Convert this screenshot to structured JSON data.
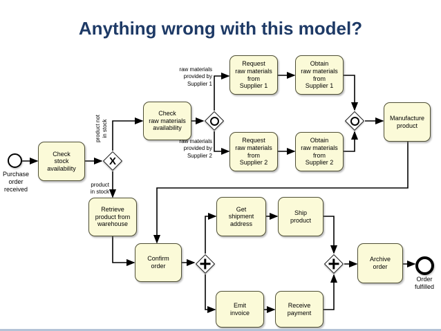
{
  "title": "Anything wrong with this model?",
  "colors": {
    "title_text": "#1e3a66",
    "task_fill": "#fbfad8",
    "task_border": "#4d4d33",
    "flow_line": "#000000",
    "footer_bar": "#b4c3d7"
  },
  "diagram": {
    "start_event": {
      "label": "Purchase\norder\nreceived"
    },
    "end_event": {
      "label": "Order\nfulfilled"
    },
    "tasks": {
      "check_stock": "Check\nstock\navailability",
      "check_raw_materials": "Check\nraw materials\navailability",
      "request_supplier1": "Request\nraw materials\nfrom\nSupplier 1",
      "obtain_supplier1": "Obtain\nraw materials\nfrom\nSupplier 1",
      "request_supplier2": "Request\nraw materials\nfrom\nSupplier 2",
      "obtain_supplier2": "Obtain\nraw materials\nfrom\nSupplier 2",
      "manufacture": "Manufacture\nproduct",
      "retrieve": "Retrieve\nproduct from\nwarehouse",
      "confirm": "Confirm\norder",
      "get_shipment_address": "Get\nshipment\naddress",
      "ship_product": "Ship\nproduct",
      "emit_invoice": "Emit\ninvoice",
      "receive_payment": "Receive\npayment",
      "archive_order": "Archive\norder"
    },
    "gateways": {
      "xor_symbol": "X",
      "or_icon": "circle-in-diamond",
      "and_icon": "plus-in-diamond"
    },
    "edge_labels": {
      "product_not_in_stock": "product not\nin stock",
      "product_in_stock": "product\nin stock",
      "supplier1": "raw materials\nprovided by\nSupplier 1",
      "supplier2": "raw materials\nprovided by\nSupplier 2"
    }
  }
}
